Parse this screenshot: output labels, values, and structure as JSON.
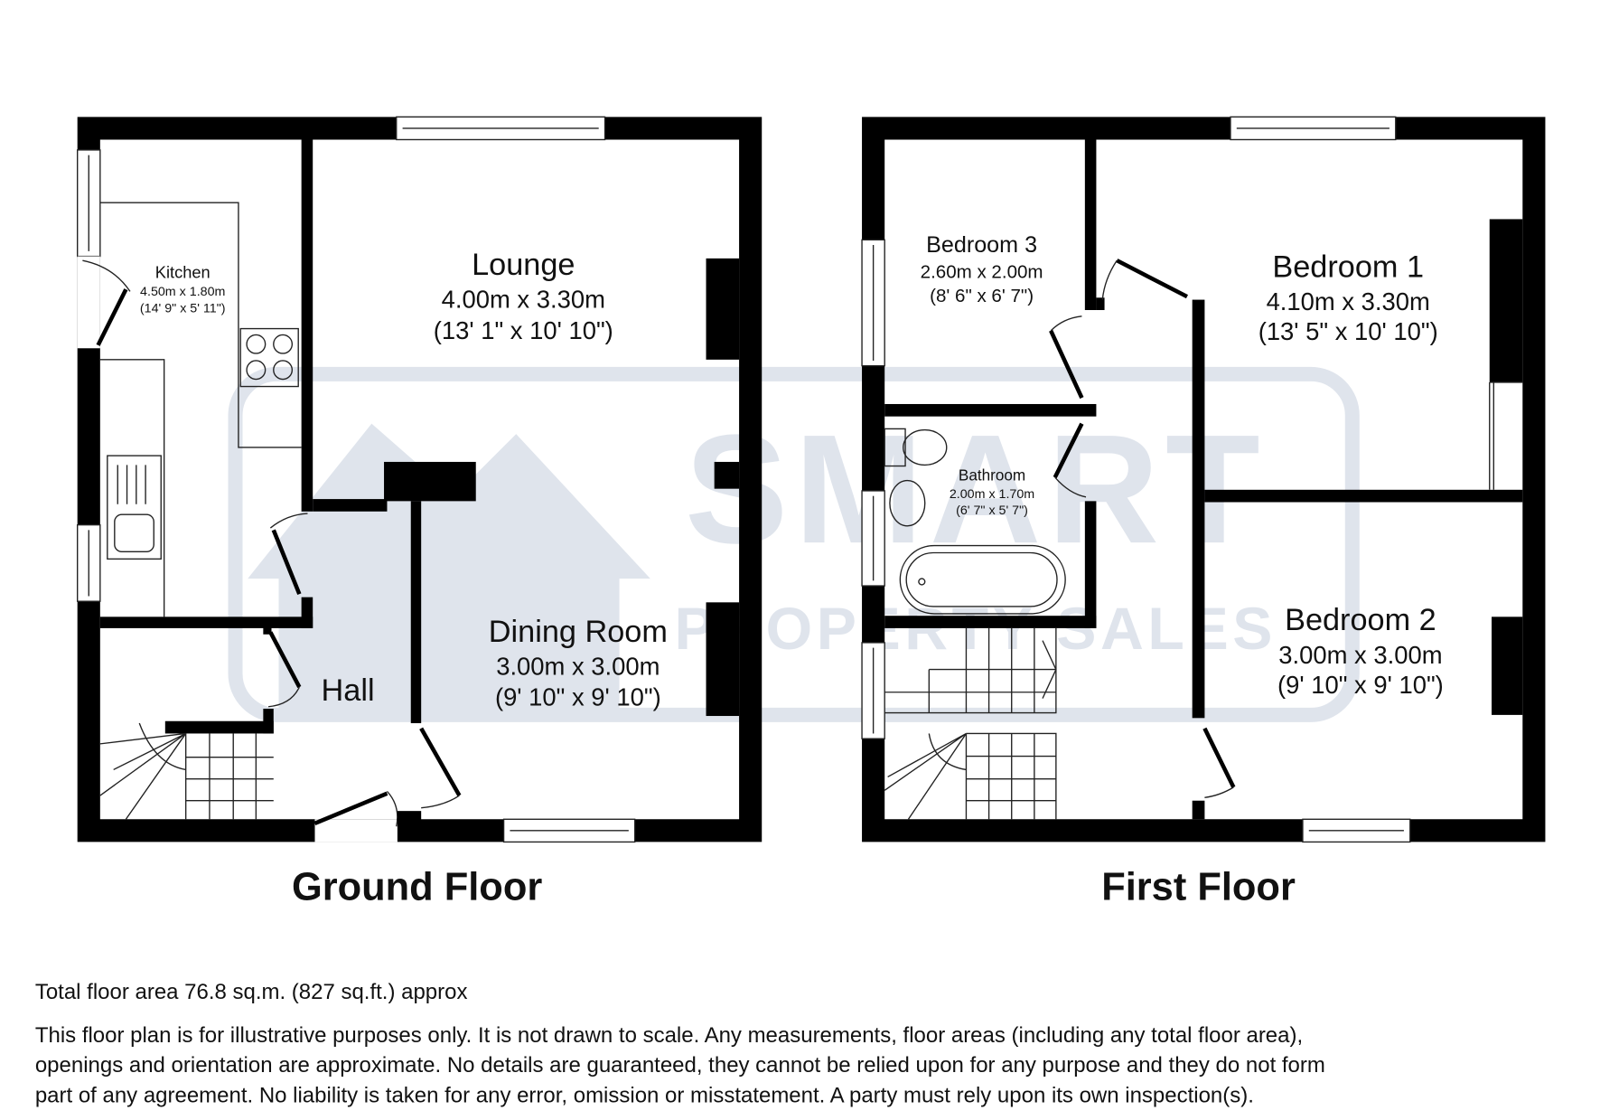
{
  "watermark": {
    "line1": "SMART",
    "line2": "PROPERTY SALES",
    "color": "#dfe4ec"
  },
  "ground_floor": {
    "title": "Ground Floor",
    "rooms": [
      {
        "name": "Kitchen",
        "metric": "4.50m x 1.80m",
        "imperial": "(14' 9\" x 5' 11\")"
      },
      {
        "name": "Lounge",
        "metric": "4.00m x 3.30m",
        "imperial": "(13' 1\" x 10' 10\")"
      },
      {
        "name": "Dining Room",
        "metric": "3.00m x 3.00m",
        "imperial": "(9' 10\" x 9' 10\")"
      },
      {
        "name": "Hall"
      }
    ]
  },
  "first_floor": {
    "title": "First Floor",
    "rooms": [
      {
        "name": "Bedroom 3",
        "metric": "2.60m x 2.00m",
        "imperial": "(8' 6\" x 6' 7\")"
      },
      {
        "name": "Bedroom 1",
        "metric": "4.10m x 3.30m",
        "imperial": "(13' 5\" x 10' 10\")"
      },
      {
        "name": "Bathroom",
        "metric": "2.00m x 1.70m",
        "imperial": "(6' 7\" x 5' 7\")"
      },
      {
        "name": "Bedroom 2",
        "metric": "3.00m x 3.00m",
        "imperial": "(9' 10\" x 9' 10\")"
      }
    ]
  },
  "footer": {
    "total_area": "Total floor area 76.8 sq.m. (827 sq.ft.) approx",
    "disclaimer": [
      "This floor plan is for illustrative purposes only. It is not drawn to scale. Any measurements, floor areas (including any total floor area),",
      "openings and orientation are approximate. No details are guaranteed, they cannot be relied upon for any purpose and they do not form",
      "part of any agreement. No liability is taken for any error, omission or misstatement. A party must rely upon its own inspection(s)."
    ]
  }
}
